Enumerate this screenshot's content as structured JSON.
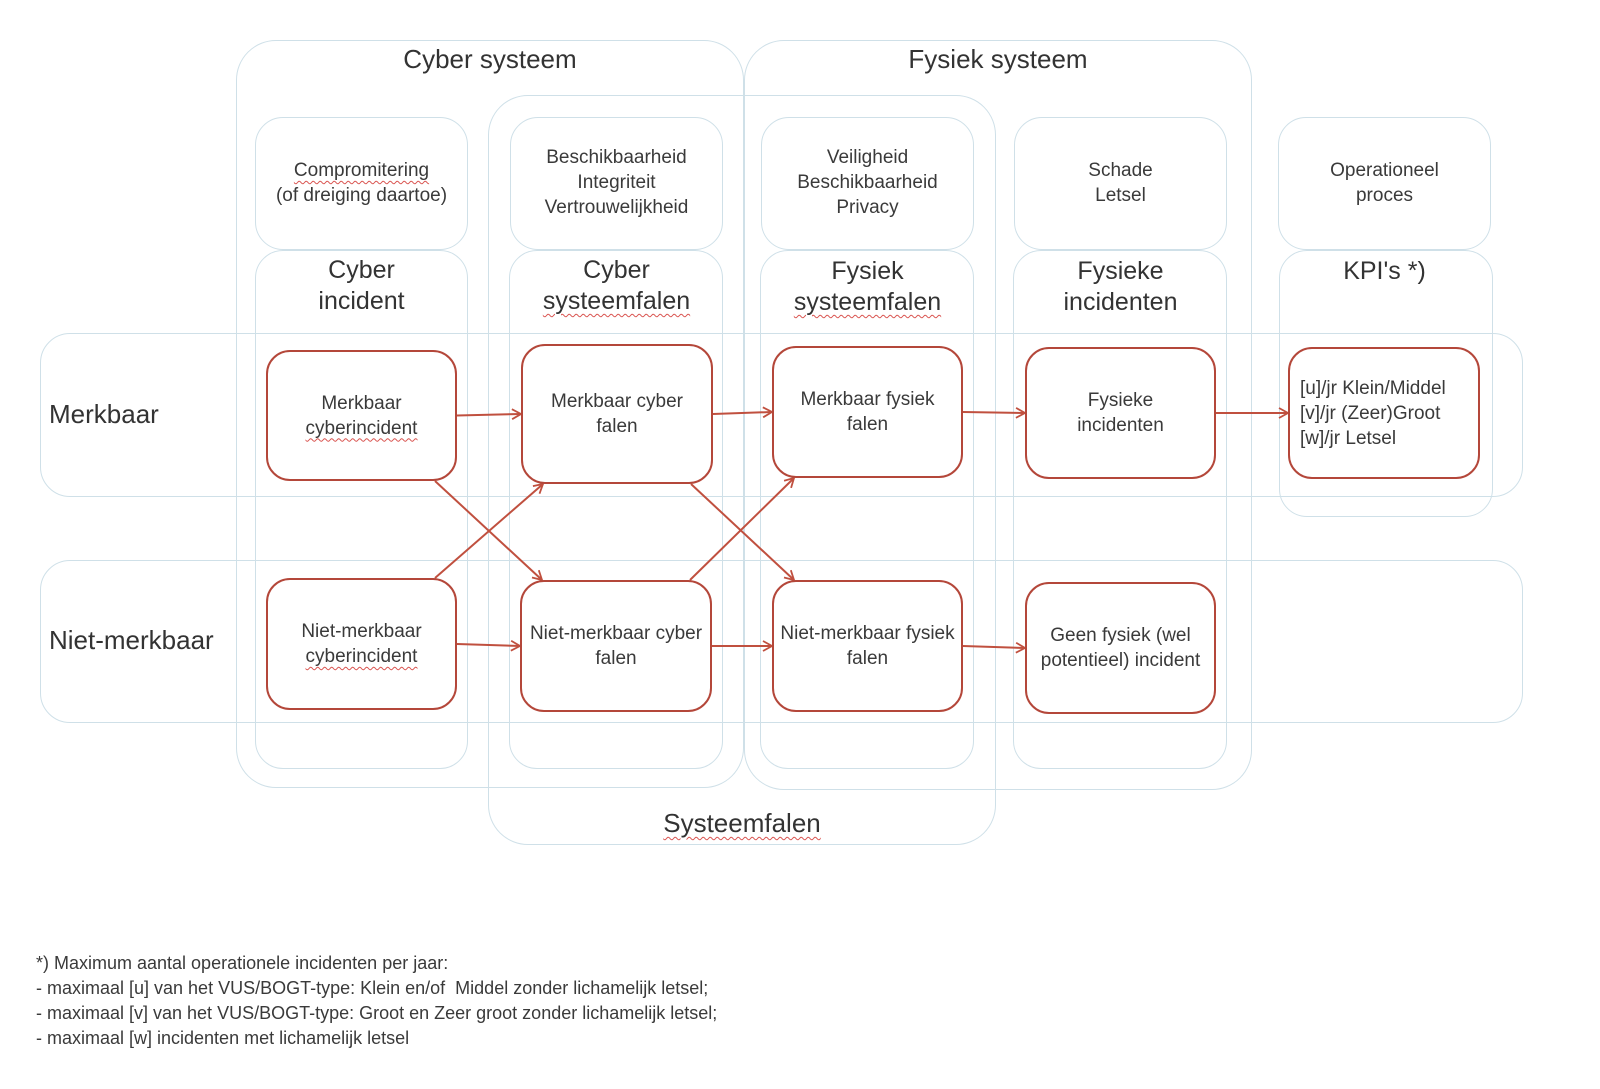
{
  "systems": {
    "cyber": "Cyber systeem",
    "fysiek": "Fysiek systeem",
    "systeemfalen": "Systeemfalen"
  },
  "columns": [
    {
      "attributes": "Compromitering\n(of dreiging daartoe)",
      "heading": "Cyber\nincident"
    },
    {
      "attributes": "Beschikbaarheid\nIntegriteit\nVertrouwelijkheid",
      "heading": "Cyber\nsysteemfalen"
    },
    {
      "attributes": "Veiligheid\nBeschikbaarheid\nPrivacy",
      "heading": "Fysiek\nsysteemfalen"
    },
    {
      "attributes": "Schade\nLetsel",
      "heading": "Fysieke\nincidenten"
    },
    {
      "attributes": "Operationeel\nproces",
      "heading": "KPI's *)"
    }
  ],
  "rows": {
    "merkbaar": "Merkbaar",
    "niet_merkbaar": "Niet-merkbaar"
  },
  "nodes": {
    "merkbaar_cyberincident": "Merkbaar\ncyberincident",
    "merkbaar_cyber_falen": "Merkbaar cyber\nfalen",
    "merkbaar_fysiek_falen": "Merkbaar fysiek falen",
    "fysieke_incidenten": "Fysieke\nincidenten",
    "kpi": "[u]/jr Klein/Middel\n[v]/jr (Zeer)Groot\n[w]/jr Letsel",
    "niet_merkbaar_cyberincident": "Niet-merkbaar\ncyberincident",
    "niet_merkbaar_cyber_falen": "Niet-merkbaar cyber\nfalen",
    "niet_merkbaar_fysiek_falen": "Niet-merkbaar fysiek\nfalen",
    "geen_fysiek_incident": "Geen fysiek (wel\npotentieel) incident"
  },
  "edges": [
    [
      "merkbaar_cyberincident",
      "merkbaar_cyber_falen"
    ],
    [
      "merkbaar_cyberincident",
      "niet_merkbaar_cyber_falen"
    ],
    [
      "niet_merkbaar_cyberincident",
      "merkbaar_cyber_falen"
    ],
    [
      "niet_merkbaar_cyberincident",
      "niet_merkbaar_cyber_falen"
    ],
    [
      "merkbaar_cyber_falen",
      "merkbaar_fysiek_falen"
    ],
    [
      "merkbaar_cyber_falen",
      "niet_merkbaar_fysiek_falen"
    ],
    [
      "niet_merkbaar_cyber_falen",
      "merkbaar_fysiek_falen"
    ],
    [
      "niet_merkbaar_cyber_falen",
      "niet_merkbaar_fysiek_falen"
    ],
    [
      "merkbaar_fysiek_falen",
      "fysieke_incidenten"
    ],
    [
      "niet_merkbaar_fysiek_falen",
      "geen_fysiek_incident"
    ],
    [
      "fysieke_incidenten",
      "kpi"
    ]
  ],
  "colors": {
    "node_border": "#b4473a",
    "arrow": "#c0503f",
    "frame": "#cfe0e8"
  },
  "footnote": [
    "*) Maximum aantal operationele incidenten per jaar:",
    "- maximaal [u] van het VUS/BOGT-type: Klein en/of  Middel zonder lichamelijk letsel;",
    "- maximaal [v] van het VUS/BOGT-type: Groot en Zeer groot zonder lichamelijk letsel;",
    "- maximaal [w] incidenten met lichamelijk letsel"
  ]
}
